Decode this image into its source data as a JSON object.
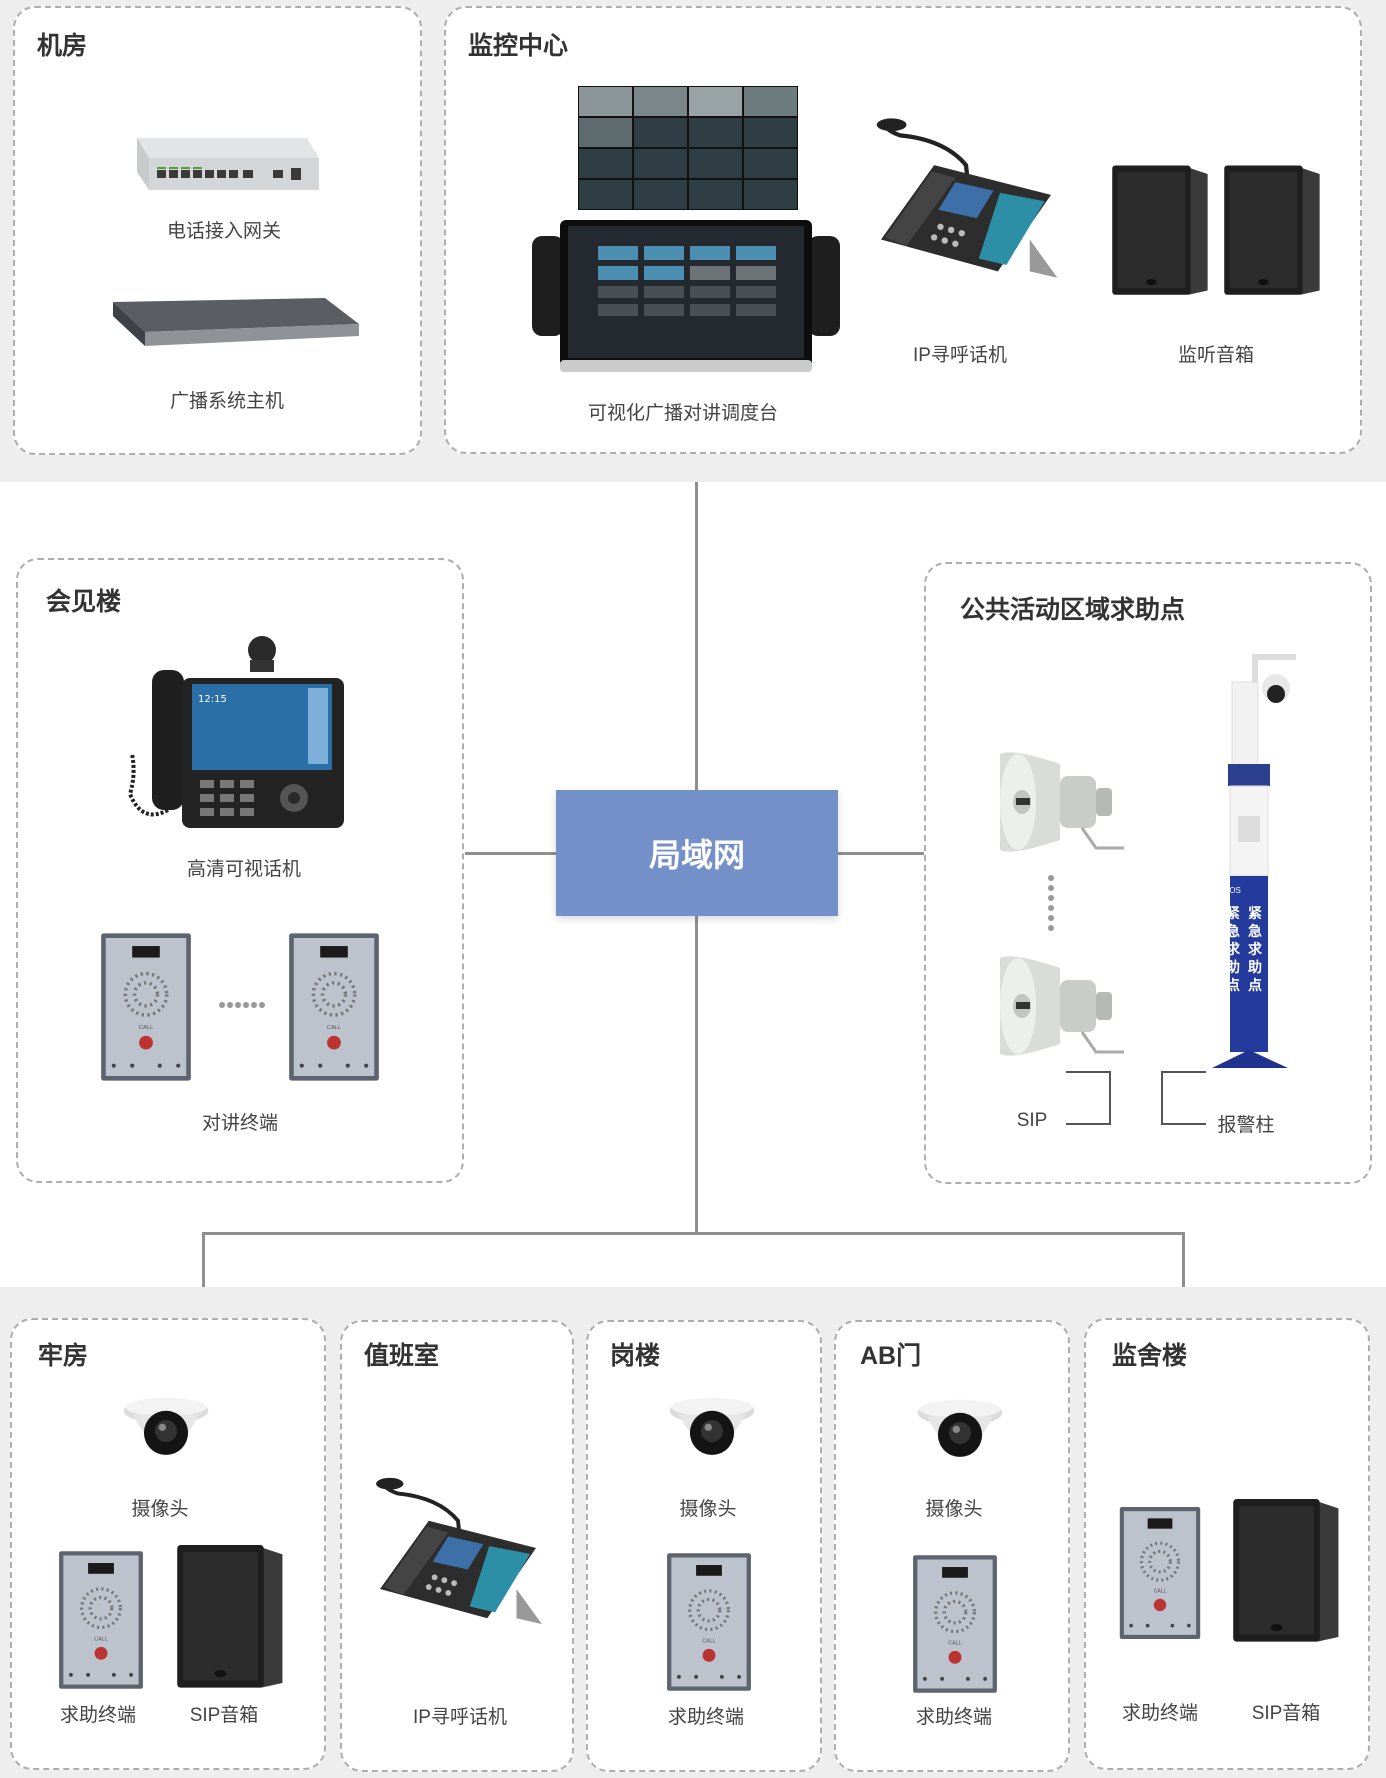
{
  "center": {
    "label": "局域网"
  },
  "sections": {
    "machine_room": {
      "title": "机房",
      "gateway_label": "电话接入网关",
      "host_label": "广播系统主机"
    },
    "monitor_center": {
      "title": "监控中心",
      "console_label": "可视化广播对讲调度台",
      "ip_phone_label": "IP寻呼话机",
      "speaker_label": "监听音箱"
    },
    "meeting_building": {
      "title": "会见楼",
      "video_phone_label": "高清可视话机",
      "intercom_label": "对讲终端"
    },
    "public_area": {
      "title": "公共活动区域求助点",
      "sip_label": "SIP",
      "alarm_label": "报警柱",
      "pillar_text": "紧急求助点",
      "pillar_sos": "SOS"
    },
    "cell": {
      "title": "牢房",
      "camera_label": "摄像头",
      "help_label": "求助终端",
      "speaker_label": "SIP音箱"
    },
    "duty_room": {
      "title": "值班室",
      "ip_phone_label": "IP寻呼话机"
    },
    "guard_tower": {
      "title": "岗楼",
      "camera_label": "摄像头",
      "help_label": "求助终端"
    },
    "ab_gate": {
      "title": "AB门",
      "camera_label": "摄像头",
      "help_label": "求助终端"
    },
    "dormitory": {
      "title": "监舍楼",
      "help_label": "求助终端",
      "speaker_label": "SIP音箱"
    }
  },
  "colors": {
    "lan": "#7490c8",
    "band": "#eeeeee",
    "border": "#aeaeae"
  }
}
